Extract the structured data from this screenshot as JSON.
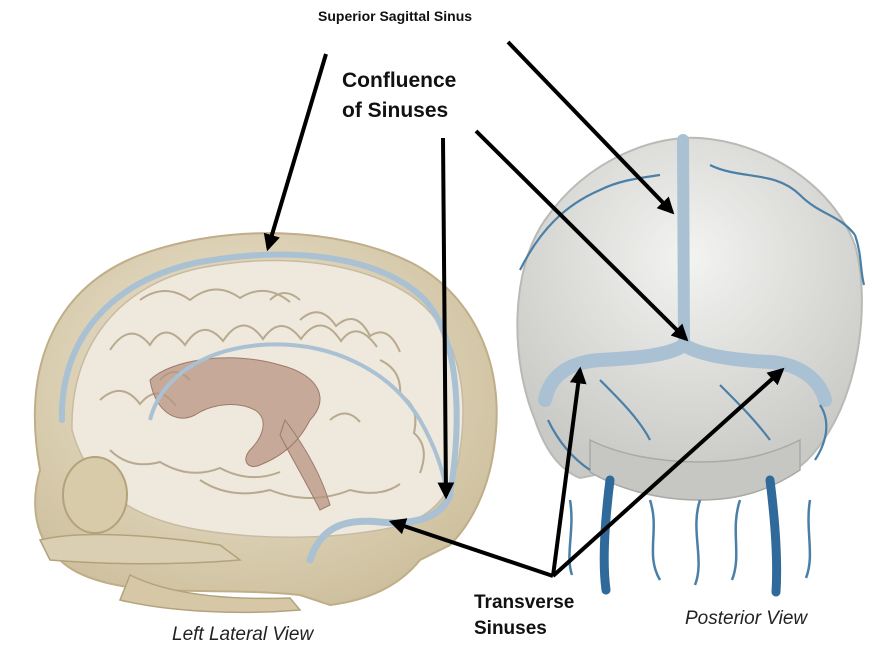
{
  "labels": {
    "superior_sagittal_sinus": "Superior Sagittal Sinus",
    "confluence_line1": "Confluence",
    "confluence_line2": "of Sinuses",
    "transverse_line1": "Transverse",
    "transverse_line2": "Sinuses",
    "left_lateral_view": "Left Lateral View",
    "posterior_view": "Posterior View"
  },
  "colors": {
    "bone": "#e6ddc6",
    "bone_shade": "#cfc3a2",
    "brain": "#efe8dc",
    "gyri": "#b8a98f",
    "ventricle": "#b89482",
    "sinus": "#a9c1d2",
    "vein": "#4a7fa8",
    "vein_dark": "#2f6a9a",
    "arrow": "#000000"
  },
  "icons": [
    "arrow-head-icon"
  ]
}
